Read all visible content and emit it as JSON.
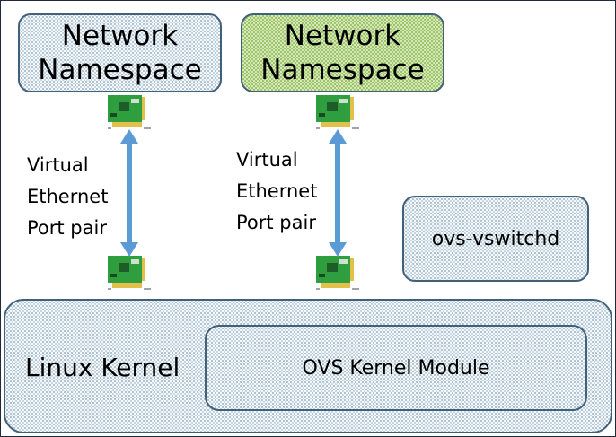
{
  "namespace_left": {
    "line1": "Network",
    "line2": "Namespace"
  },
  "namespace_right": {
    "line1": "Network",
    "line2": "Namespace"
  },
  "veth_left": {
    "line1": "Virtual",
    "line2": "Ethernet",
    "line3": "Port pair"
  },
  "veth_right": {
    "line1": "Virtual",
    "line2": "Ethernet",
    "line3": "Port pair"
  },
  "ovs_vswitchd": "ovs-vswitchd",
  "kernel": {
    "label": "Linux Kernel",
    "module": "OVS Kernel Module"
  },
  "colors": {
    "box_border": "#41607a",
    "arrow": "#5b9bd5",
    "green_fill": "#9ec46c",
    "nic_board": "#2e9e3e",
    "nic_contacts": "#e2c04a"
  },
  "icons": [
    "network-card-icon",
    "double-arrow-icon"
  ]
}
